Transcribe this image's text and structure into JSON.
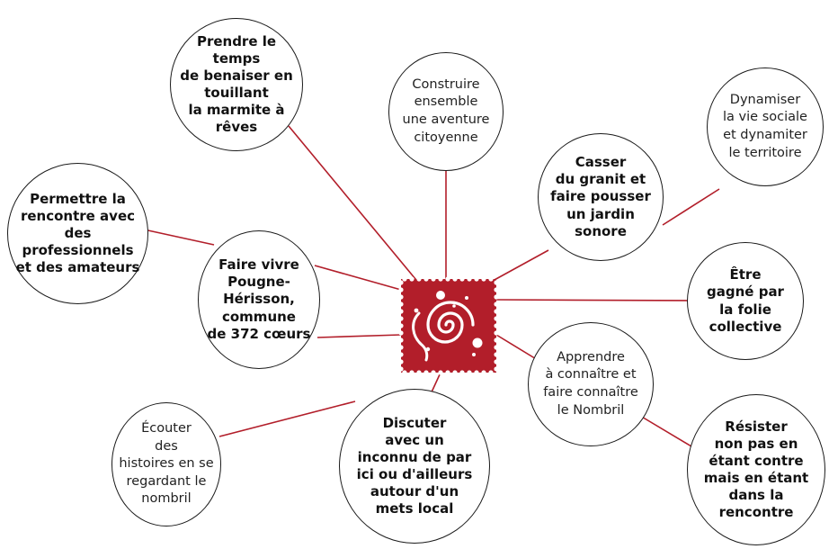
{
  "colors": {
    "accent": "#b21e2a",
    "outline": "#1a1a1a"
  },
  "center": {
    "icon": "spiral-emblem-icon"
  },
  "nodes": {
    "marmite": "Prendre le\ntemps\nde benaiser en\ntouillant\nla marmite à\nrêves",
    "construire": "Construire\nensemble\nune aventure\ncitoyenne",
    "dynamiser": "Dynamiser\nla vie sociale\net dynamiter\nle territoire",
    "casser": "Casser\ndu granit et\nfaire pousser\nun jardin\nsonore",
    "permettre": "Permettre la\nrencontre avec\ndes professionnels\net des amateurs",
    "faire_vivre": "Faire vivre\nPougne-\nHérisson,\ncommune\nde 372 cœurs",
    "etre_gagne": "Être\ngagné par\nla folie\ncollective",
    "apprendre": "Apprendre\nà connaître et\nfaire connaître\nle Nombril",
    "ecouter": "Écouter\ndes\nhistoires en se\nregardant le\nnombril",
    "discuter": "Discuter\navec un\ninconnu de par\nici ou d'ailleurs\nautour d'un\nmets local",
    "resister": "Résister\nnon pas en\nétant contre\nmais en étant\ndans la\nrencontre"
  }
}
